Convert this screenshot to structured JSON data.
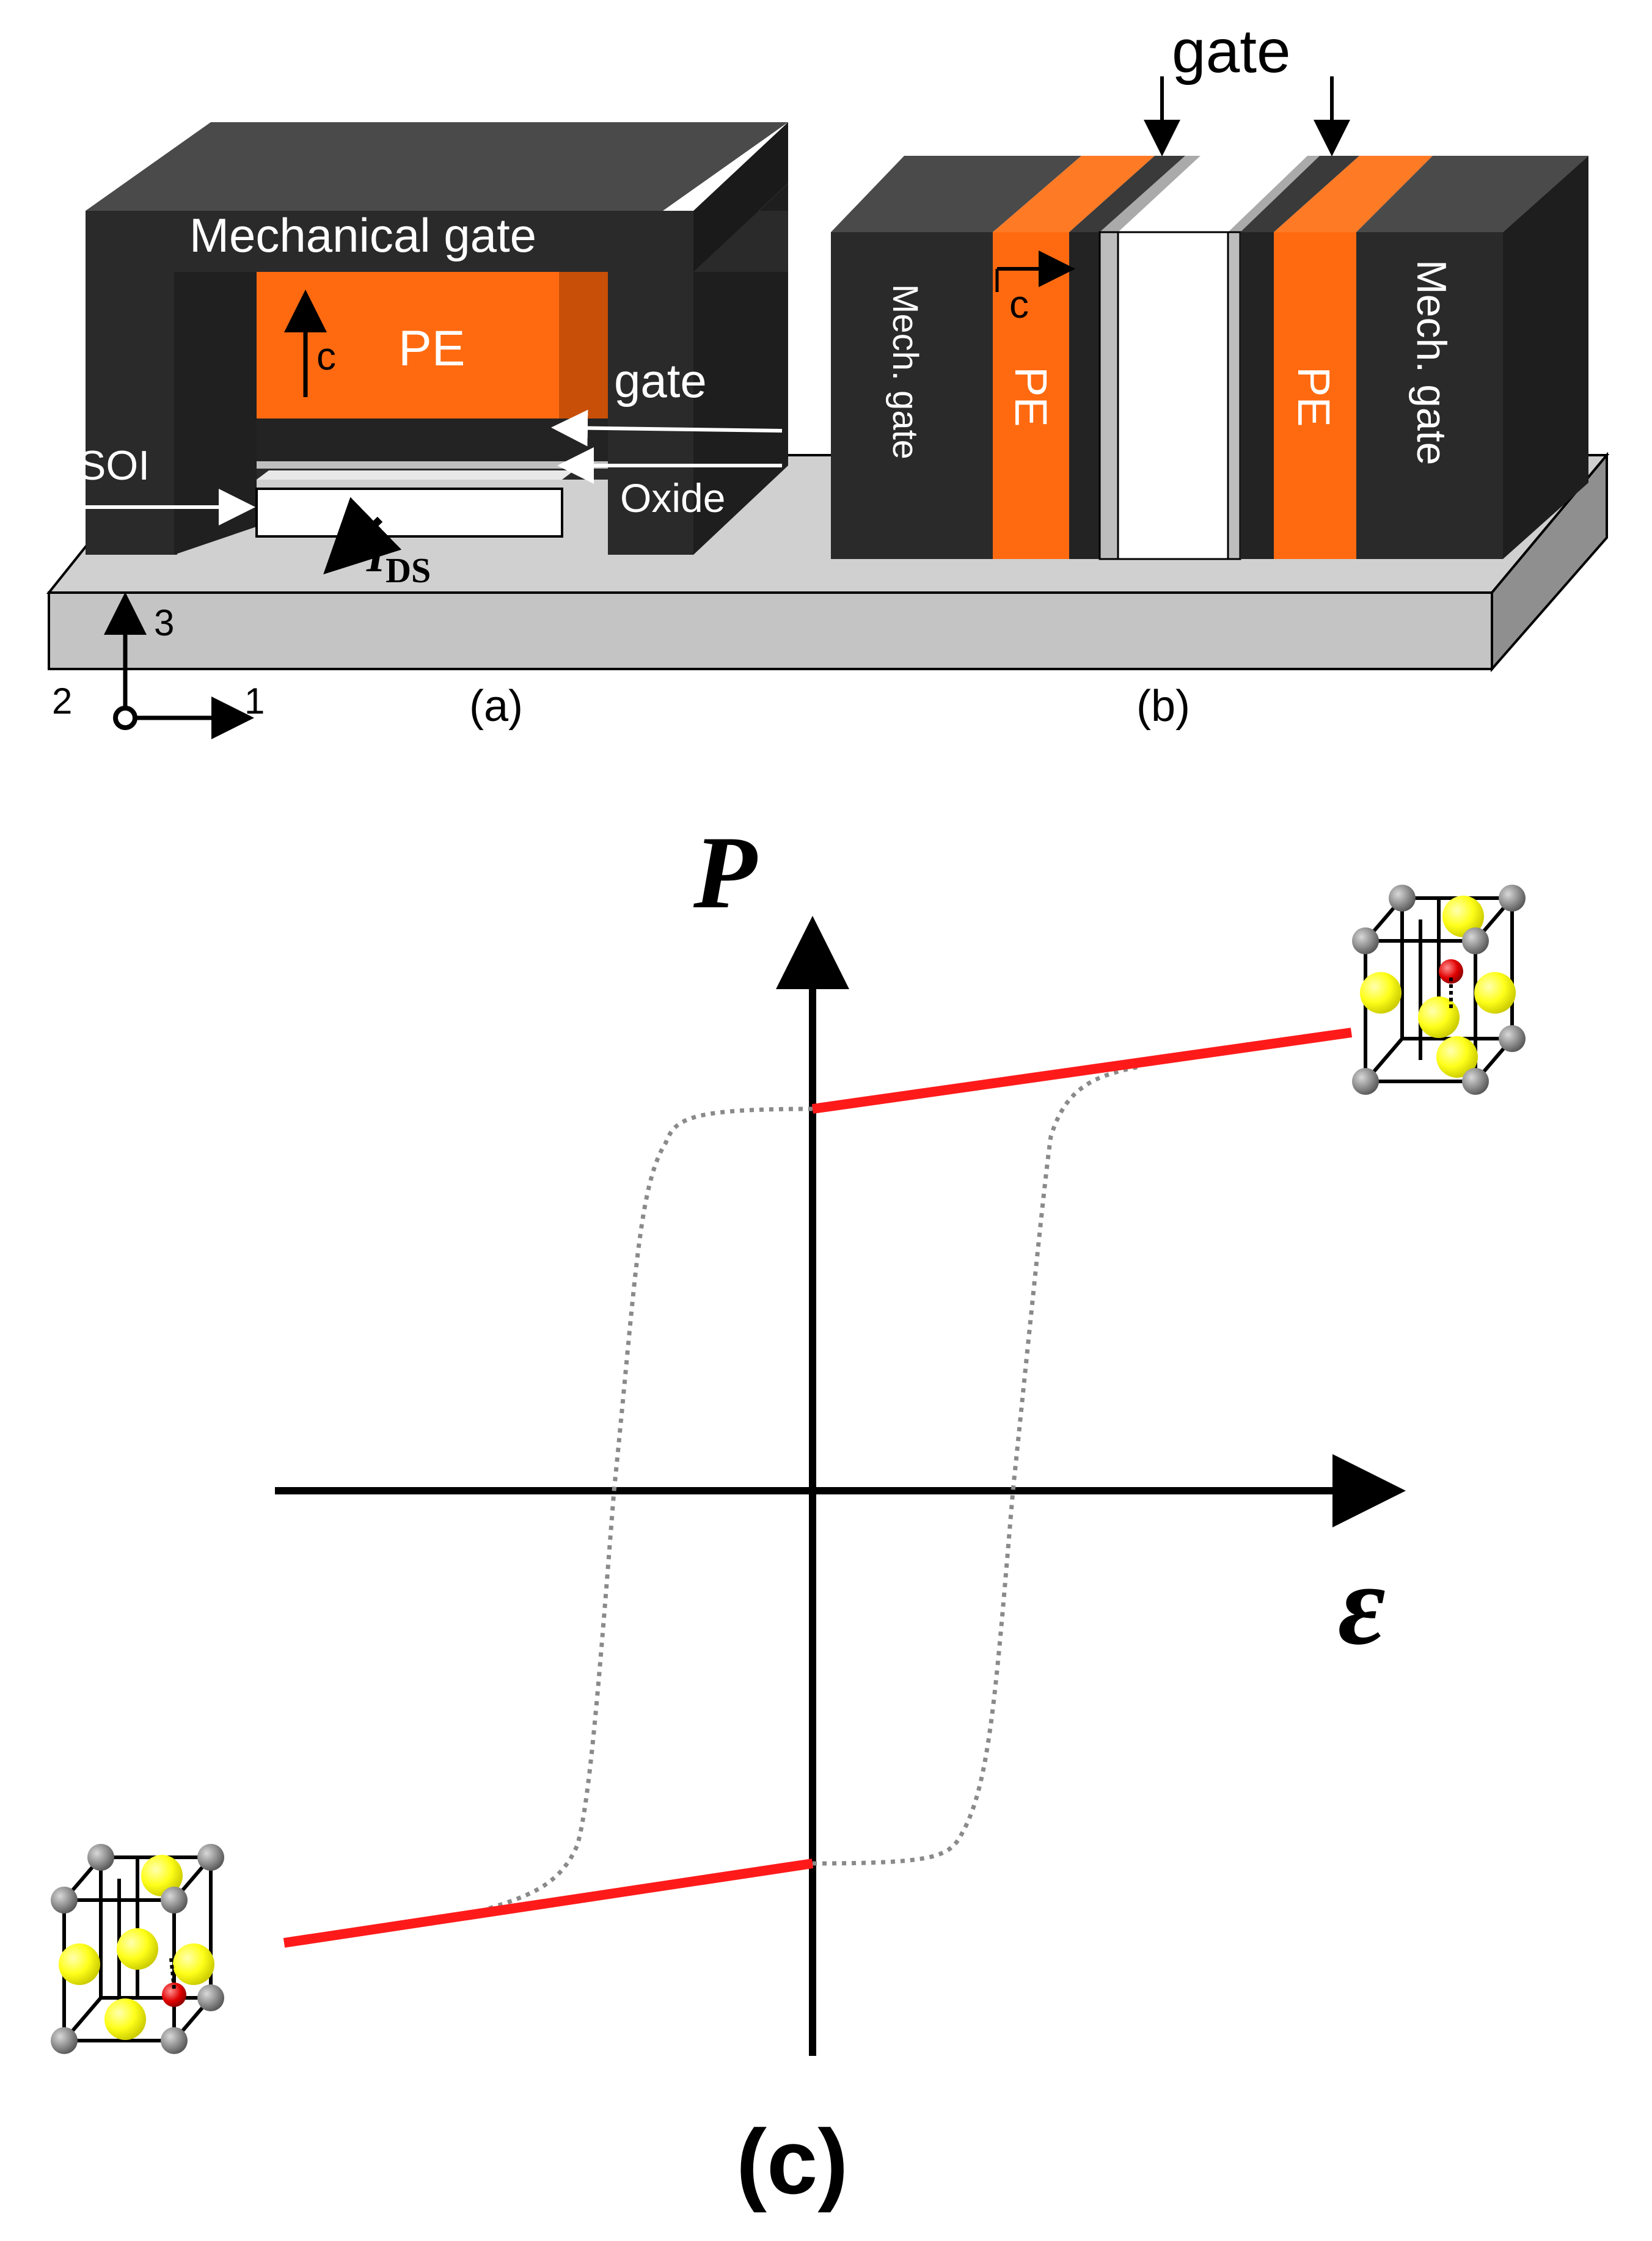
{
  "panel_a": {
    "mechanical_gate_label": "Mechanical gate",
    "pe_label": "PE",
    "c_label": "c",
    "gate_label": "gate",
    "soi_label": "SOI",
    "oxide_label": "Oxide",
    "ids_main": "I",
    "ids_sub": "DS",
    "caption": "(a)"
  },
  "panel_b": {
    "gate_label": "gate",
    "left_mech_label": "Mech. gate",
    "right_mech_label": "Mech. gate",
    "left_pe_label": "PE",
    "right_pe_label": "PE",
    "c_label": "c",
    "caption": "(b)"
  },
  "axes_indicator": {
    "axis3": "3",
    "axis2": "2",
    "axis1": "1"
  },
  "panel_c": {
    "y_axis_label": "P",
    "x_axis_label": "ε",
    "caption": "(c)"
  },
  "colors": {
    "dark_block": "#2a2a2a",
    "dark_top": "#3a3a3a",
    "pe_orange": "#ff6a10",
    "pe_side": "#c84f08",
    "substrate": "#c8c8c8",
    "red_line": "#ff1a1a",
    "atom_yellow": "#ffff1a",
    "atom_gray": "#808080",
    "atom_red": "#e00000"
  }
}
